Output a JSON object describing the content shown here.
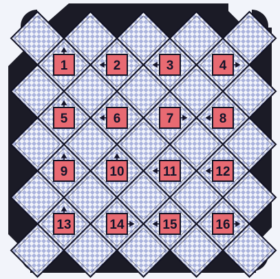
{
  "puzzle": {
    "grid_size": 4,
    "colors": {
      "background": "#f2f4fa",
      "checker": "#aab3dd",
      "diamond_outline": "#111122",
      "border": "#1b1b26",
      "tile_fill": "#e86a72",
      "tile_outline": "#111122",
      "label": "#14142a"
    },
    "tiles": [
      {
        "label": "1",
        "arrow": "up"
      },
      {
        "label": "2",
        "arrow": "left"
      },
      {
        "label": "3",
        "arrow": "left"
      },
      {
        "label": "4",
        "arrow": "right"
      },
      {
        "label": "5",
        "arrow": "up"
      },
      {
        "label": "6",
        "arrow": "left"
      },
      {
        "label": "7",
        "arrow": "right"
      },
      {
        "label": "8",
        "arrow": "left"
      },
      {
        "label": "9",
        "arrow": "up"
      },
      {
        "label": "10",
        "arrow": "up"
      },
      {
        "label": "11",
        "arrow": "left"
      },
      {
        "label": "12",
        "arrow": "left"
      },
      {
        "label": "13",
        "arrow": "up"
      },
      {
        "label": "14",
        "arrow": "right"
      },
      {
        "label": "15",
        "arrow": "left"
      },
      {
        "label": "16",
        "arrow": "right"
      }
    ]
  }
}
